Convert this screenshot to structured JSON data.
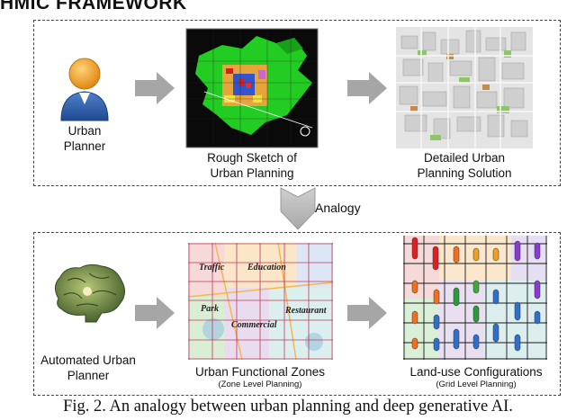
{
  "header": {
    "title": "HMIC FRAMEWORK"
  },
  "top_row": {
    "planner_label_1": "Urban",
    "planner_label_2": "Planner",
    "sketch_label_1": "Rough Sketch of",
    "sketch_label_2": "Urban Planning",
    "solution_label_1": "Detailed Urban",
    "solution_label_2": "Planning Solution"
  },
  "analogy": {
    "label": "Analogy"
  },
  "bottom_row": {
    "ai_label_1": "Automated Urban",
    "ai_label_2": "Planner",
    "zones_label": "Urban Functional Zones",
    "zones_sublabel": "(Zone Level Planning)",
    "config_label": "Land-use Configurations",
    "config_sublabel": "(Grid Level Planning)",
    "zones": [
      "Traffic",
      "Education",
      "Park",
      "Restaurant",
      "Commercial"
    ]
  },
  "caption": {
    "text": "Fig. 2.  An analogy between urban planning and deep generative AI."
  },
  "colors": {
    "arrow_gray": "#a6a6a6",
    "person_orange": "#f0a020",
    "person_blue": "#2f5fa8",
    "map_green": "#22cc22",
    "map_black": "#0a0a0a"
  }
}
